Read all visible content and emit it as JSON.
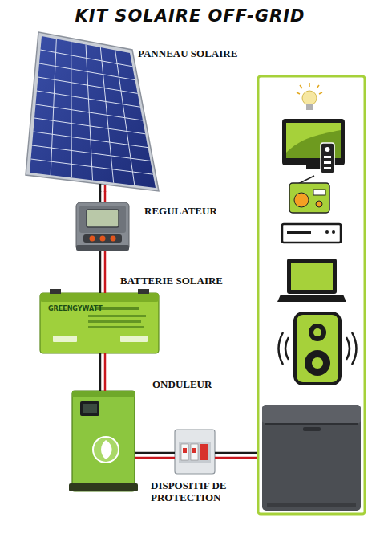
{
  "diagram": {
    "title": "KIT SOLAIRE OFF-GRID",
    "nodes": [
      {
        "text": [
          "PANNEAU SOLAIRE"
        ]
      },
      {
        "text": [
          "REGULATEUR"
        ]
      },
      {
        "text": [
          "BATTERIE SOLAIRE"
        ]
      },
      {
        "text": [
          "ONDULEUR"
        ]
      },
      {
        "text": [
          "DISPOSITIF DE PROTECTION"
        ]
      }
    ],
    "edges": [
      {
        "from": 0,
        "to": 1,
        "arrow": "none"
      },
      {
        "from": 1,
        "to": 2,
        "arrow": "none"
      },
      {
        "from": 2,
        "to": 3,
        "arrow": "none"
      },
      {
        "from": 3,
        "to": 4,
        "arrow": "none"
      }
    ],
    "labels": [
      "GREENGYWATT"
    ]
  }
}
